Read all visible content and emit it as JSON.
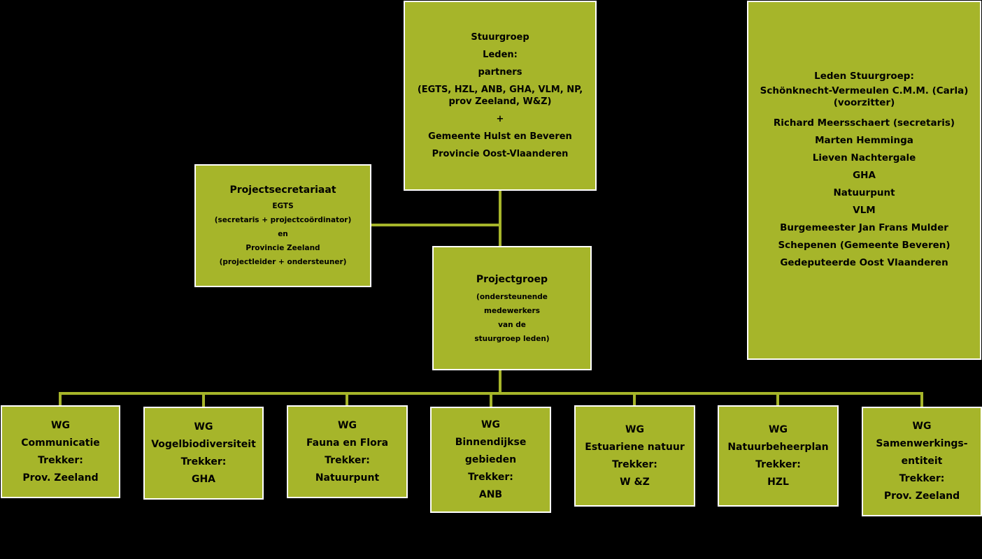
{
  "stuurgroep": {
    "title": "Stuurgroep",
    "lines": [
      "Leden:",
      "partners"
    ],
    "partners_detail": "(EGTS, HZL, ANB, GHA, VLM, NP, prov Zeeland, W&Z)",
    "plus": "+",
    "extra": [
      "Gemeente Hulst en Beveren",
      "Provincie Oost-Vlaanderen"
    ]
  },
  "leden": {
    "title": "Leden Stuurgroep:",
    "first": "Schönknecht-Vermeulen C.M.M. (Carla)(voorzitter)",
    "members": [
      "Richard Meersschaert (secretaris)",
      "Marten Hemminga",
      "Lieven Nachtergale",
      "GHA",
      "Natuurpunt",
      "VLM",
      "Burgemeester Jan Frans Mulder",
      "Schepenen (Gemeente Beveren)",
      "Gedeputeerde Oost Vlaanderen"
    ]
  },
  "secretariaat": {
    "title": "Projectsecretariaat",
    "lines": [
      "EGTS",
      "(secretaris + projectcoördinator)",
      "en",
      "Provincie Zeeland",
      "(projectleider + ondersteuner)"
    ]
  },
  "projectgroep": {
    "title": "Projectgroep",
    "lines": [
      "(ondersteunende",
      "medewerkers",
      "van de",
      "stuurgroep leden)"
    ]
  },
  "werkgroepen": [
    {
      "lines": [
        "WG",
        "Communicatie",
        "Trekker:",
        "Prov. Zeeland"
      ]
    },
    {
      "lines": [
        "WG",
        "Vogelbiodiversiteit",
        "Trekker:",
        "GHA"
      ]
    },
    {
      "lines": [
        "WG",
        "Fauna en Flora",
        "Trekker:",
        "Natuurpunt"
      ]
    },
    {
      "lines": [
        "WG",
        "Binnendijkse gebieden",
        "Trekker:",
        "ANB"
      ]
    },
    {
      "lines": [
        "WG",
        "Estuariene natuur",
        "Trekker:",
        "W &Z"
      ]
    },
    {
      "lines": [
        "WG",
        "Natuurbeheerplan",
        "Trekker:",
        "HZL"
      ]
    },
    {
      "lines": [
        "WG",
        "Samenwerkings-",
        "entiteit",
        "Trekker:",
        "Prov. Zeeland"
      ]
    }
  ],
  "colors": {
    "box_fill": "#a6b52a",
    "background": "#000000",
    "border": "#ffffff"
  }
}
